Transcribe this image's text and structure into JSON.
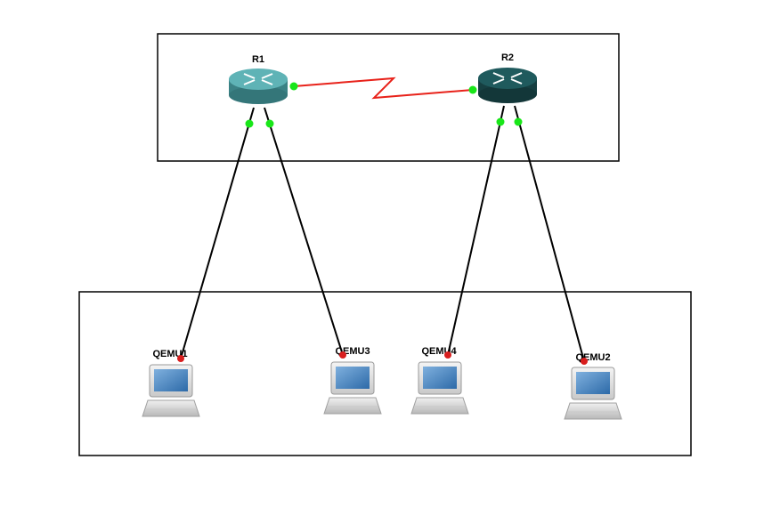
{
  "colors": {
    "serial_link": "#e8221a",
    "ethernet_link": "#000000",
    "port_up": "#19e619",
    "port_down": "#d91e1e",
    "router_r1": "#4a9ea1",
    "router_r2": "#1e5457",
    "frame": "#000000"
  },
  "routers": [
    {
      "id": "r1",
      "label": "R1",
      "icon": "router-icon"
    },
    {
      "id": "r2",
      "label": "R2",
      "icon": "router-icon"
    }
  ],
  "hosts": [
    {
      "id": "qemu1",
      "label": "QEMU1",
      "icon": "laptop-icon"
    },
    {
      "id": "qemu3",
      "label": "QEMU3",
      "icon": "laptop-icon"
    },
    {
      "id": "qemu4",
      "label": "QEMU4",
      "icon": "laptop-icon"
    },
    {
      "id": "qemu2",
      "label": "QEMU2",
      "icon": "laptop-icon"
    }
  ],
  "links": [
    {
      "from": "r1",
      "to": "r2",
      "type": "serial"
    },
    {
      "from": "r1",
      "to": "qemu1",
      "type": "ethernet"
    },
    {
      "from": "r1",
      "to": "qemu3",
      "type": "ethernet"
    },
    {
      "from": "r2",
      "to": "qemu4",
      "type": "ethernet"
    },
    {
      "from": "r2",
      "to": "qemu2",
      "type": "ethernet"
    }
  ]
}
